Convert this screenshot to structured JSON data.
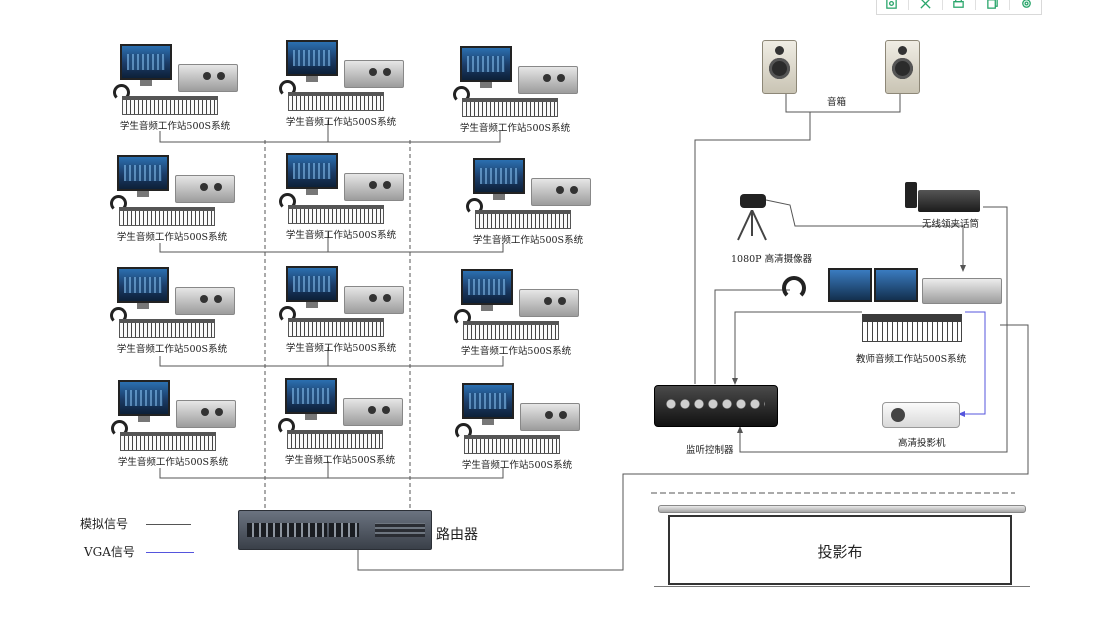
{
  "toolbar": {
    "buttons": [
      {
        "icon": "image-icon"
      },
      {
        "icon": "expand-icon"
      },
      {
        "icon": "print-icon"
      },
      {
        "icon": "copy-icon"
      },
      {
        "icon": "settings-icon"
      }
    ]
  },
  "student_stations": {
    "label": "学生音频工作站500S系统",
    "count": 12
  },
  "teacher_station": {
    "label": "教师音频工作站500S系统"
  },
  "speakers": {
    "label": "音箱"
  },
  "camera": {
    "label": "1080P 高清摄像器"
  },
  "microphone": {
    "label": "无线领夹话筒"
  },
  "monitor_controller": {
    "label": "监听控制器"
  },
  "projector": {
    "label": "高清投影机"
  },
  "screen": {
    "label": "投影布"
  },
  "router": {
    "label": "路由器"
  },
  "legend": {
    "analog": {
      "label": "模拟信号",
      "color": "#555555"
    },
    "vga": {
      "label": "VGA信号",
      "color": "#5555dd"
    }
  }
}
